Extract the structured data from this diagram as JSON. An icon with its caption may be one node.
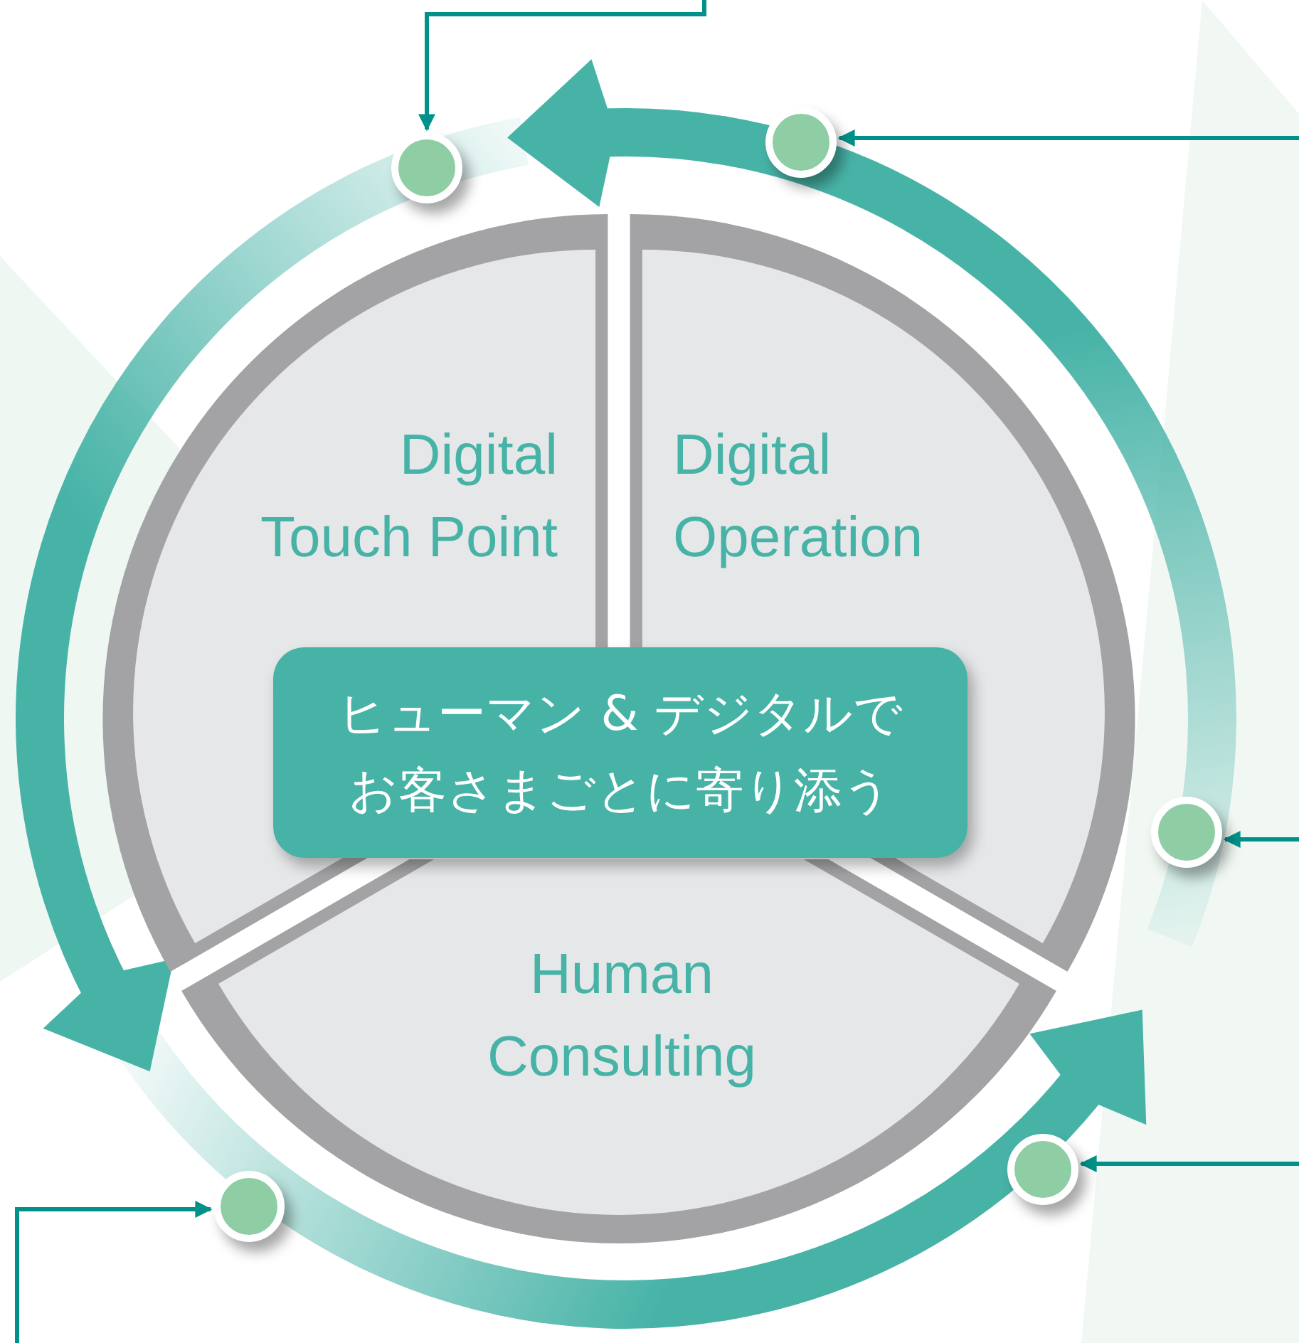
{
  "diagram": {
    "nodes": [
      {
        "text": [
          "Digital Touch Point"
        ]
      },
      {
        "text": [
          "Digital Operation"
        ]
      },
      {
        "text": [
          "Human Consulting"
        ]
      },
      {
        "text": [
          "ヒューマン & デジタルでお客さまごとに寄り添う"
        ]
      },
      {
        "text": [],
        "shape": "circle"
      },
      {
        "text": [],
        "shape": "circle"
      },
      {
        "text": [],
        "shape": "circle"
      },
      {
        "text": [],
        "shape": "circle"
      },
      {
        "text": [],
        "shape": "circle"
      }
    ],
    "edges": [
      {
        "from": null,
        "to": 4,
        "arrow": "to"
      },
      {
        "from": null,
        "to": 5,
        "arrow": "to"
      },
      {
        "from": null,
        "to": 6,
        "arrow": "to"
      },
      {
        "from": null,
        "to": 7,
        "arrow": "to"
      },
      {
        "from": null,
        "to": 8,
        "arrow": "to"
      }
    ]
  }
}
